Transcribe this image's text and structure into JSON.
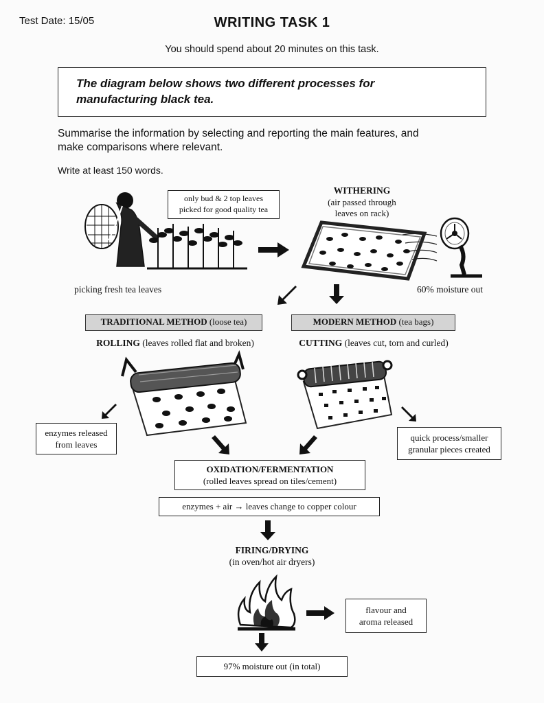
{
  "header": {
    "test_date": "Test Date: 15/05",
    "title": "WRITING TASK 1",
    "time_note": "You should spend about 20 minutes on this task."
  },
  "prompt": {
    "line1": "The diagram below shows two different processes for",
    "line2": "manufacturing black tea."
  },
  "instructions": {
    "line1": "Summarise the information by selecting and reporting the main features, and",
    "line2": "make comparisons where relevant.",
    "words": "Write at least 150 words."
  },
  "diagram": {
    "picking_note": {
      "line1": "only bud & 2 top leaves",
      "line2": "picked for good quality tea"
    },
    "picking_label": "picking fresh tea leaves",
    "withering": {
      "title": "WITHERING",
      "line1": "(air passed through",
      "line2": "leaves on rack)"
    },
    "moisture_60": "60% moisture out",
    "traditional": {
      "header_bold": "TRADITIONAL METHOD",
      "header_rest": " (loose tea)",
      "step_bold": "ROLLING",
      "step_rest": " (leaves rolled flat and broken)"
    },
    "modern": {
      "header_bold": "MODERN METHOD",
      "header_rest": " (tea bags)",
      "step_bold": "CUTTING",
      "step_rest": " (leaves cut, torn and curled)"
    },
    "enzymes_note": {
      "line1": "enzymes released",
      "line2": "from leaves"
    },
    "quick_note": {
      "line1": "quick process/smaller",
      "line2": "granular pieces created"
    },
    "oxidation": {
      "title": "OXIDATION/FERMENTATION",
      "sub": "(rolled leaves spread on tiles/cement)"
    },
    "enzymes_air": {
      "left": "enzymes + air ",
      "arrow": "→",
      "right": " leaves change to copper colour"
    },
    "firing": {
      "title": "FIRING/DRYING",
      "sub": "(in oven/hot air dryers)"
    },
    "flavour_note": {
      "line1": "flavour and",
      "line2": "aroma released"
    },
    "moisture_97": "97% moisture out (in total)"
  }
}
